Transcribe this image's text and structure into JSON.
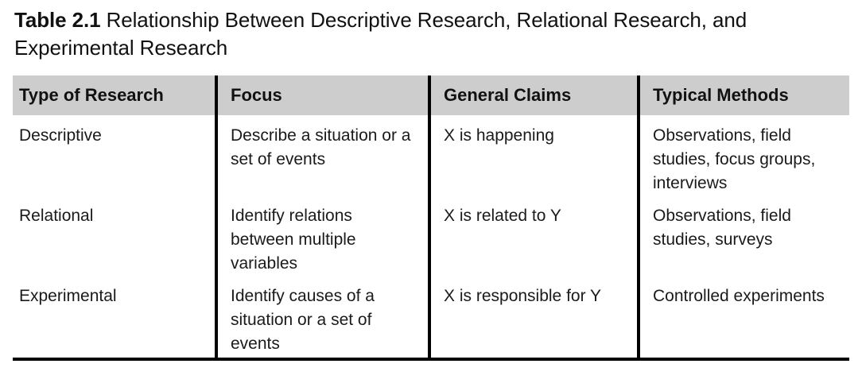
{
  "caption": {
    "label": "Table 2.1",
    "text": "Relationship Between Descriptive Research, Relational Research, and Experimental Research"
  },
  "colors": {
    "header_background": "#cdcdcd",
    "rule": "#000000",
    "text": "#1a1a1a",
    "page_background": "#ffffff"
  },
  "table": {
    "columns": [
      "Type of Research",
      "Focus",
      "General Claims",
      "Typical Methods"
    ],
    "rows": [
      [
        "Descriptive",
        "Describe a situation or a set of events",
        "X is happening",
        "Observations, field studies, focus groups, interviews"
      ],
      [
        "Relational",
        "Identify relations between multiple variables",
        "X is related to Y",
        "Observations, field studies, surveys"
      ],
      [
        "Experimental",
        "Identify causes of a situation or a set of events",
        "X is responsible for Y",
        "Controlled experiments"
      ]
    ]
  }
}
